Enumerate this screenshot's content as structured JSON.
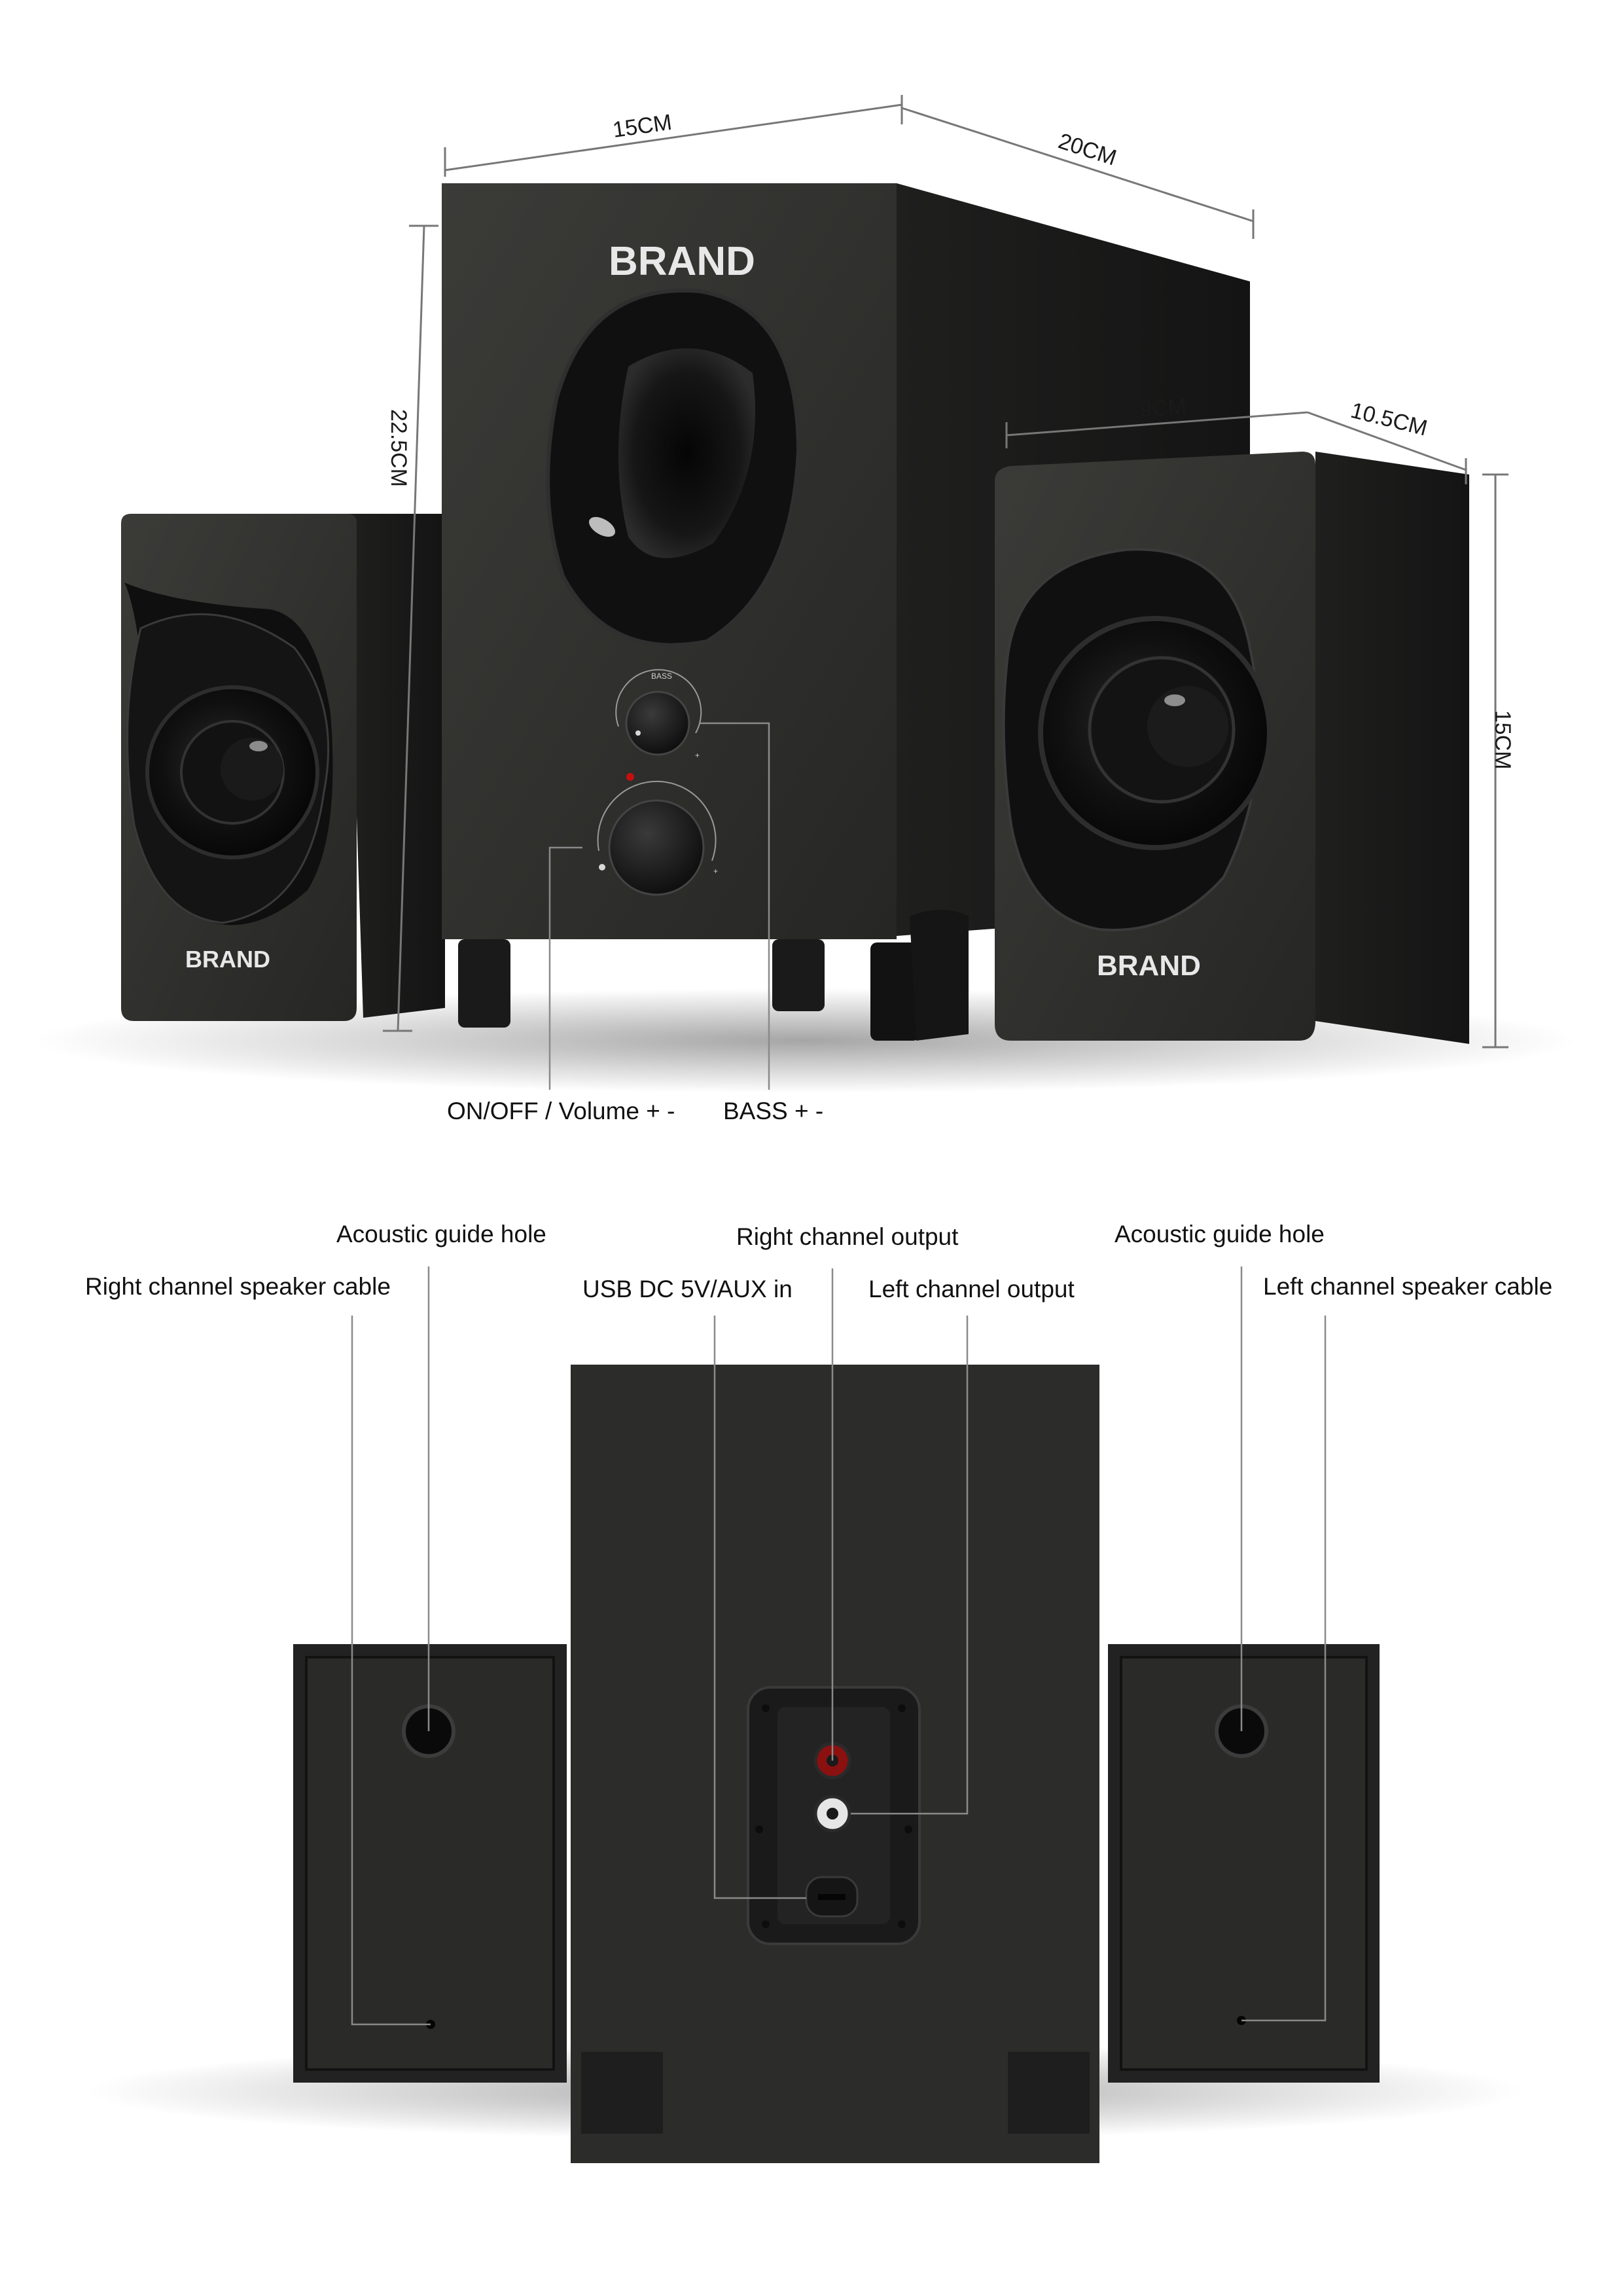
{
  "top_view": {
    "dimensions": {
      "sub_width": "15CM",
      "sub_depth": "20CM",
      "sub_height": "22.5CM",
      "sat_width": "9CM",
      "sat_depth": "10.5CM",
      "sat_height": "15CM"
    },
    "brand": "BRAND",
    "knob_bass_label": "BASS",
    "callouts": {
      "volume": "ON/OFF / Volume + -",
      "bass": "BASS + -"
    }
  },
  "rear_view": {
    "callouts": {
      "left_guide_hole": "Acoustic guide hole",
      "right_channel_cable": "Right channel speaker cable",
      "right_output": "Right channel output",
      "usb_aux": "USB DC 5V/AUX in",
      "left_output": "Left channel output",
      "right_guide_hole": "Acoustic guide hole",
      "left_channel_cable": "Left channel speaker cable"
    }
  },
  "colors": {
    "cabinet": "#2a2a2a",
    "cabinet_side": "#1c1c1c",
    "rca_red": "#8b1010",
    "rca_white": "#e6e6e6"
  }
}
